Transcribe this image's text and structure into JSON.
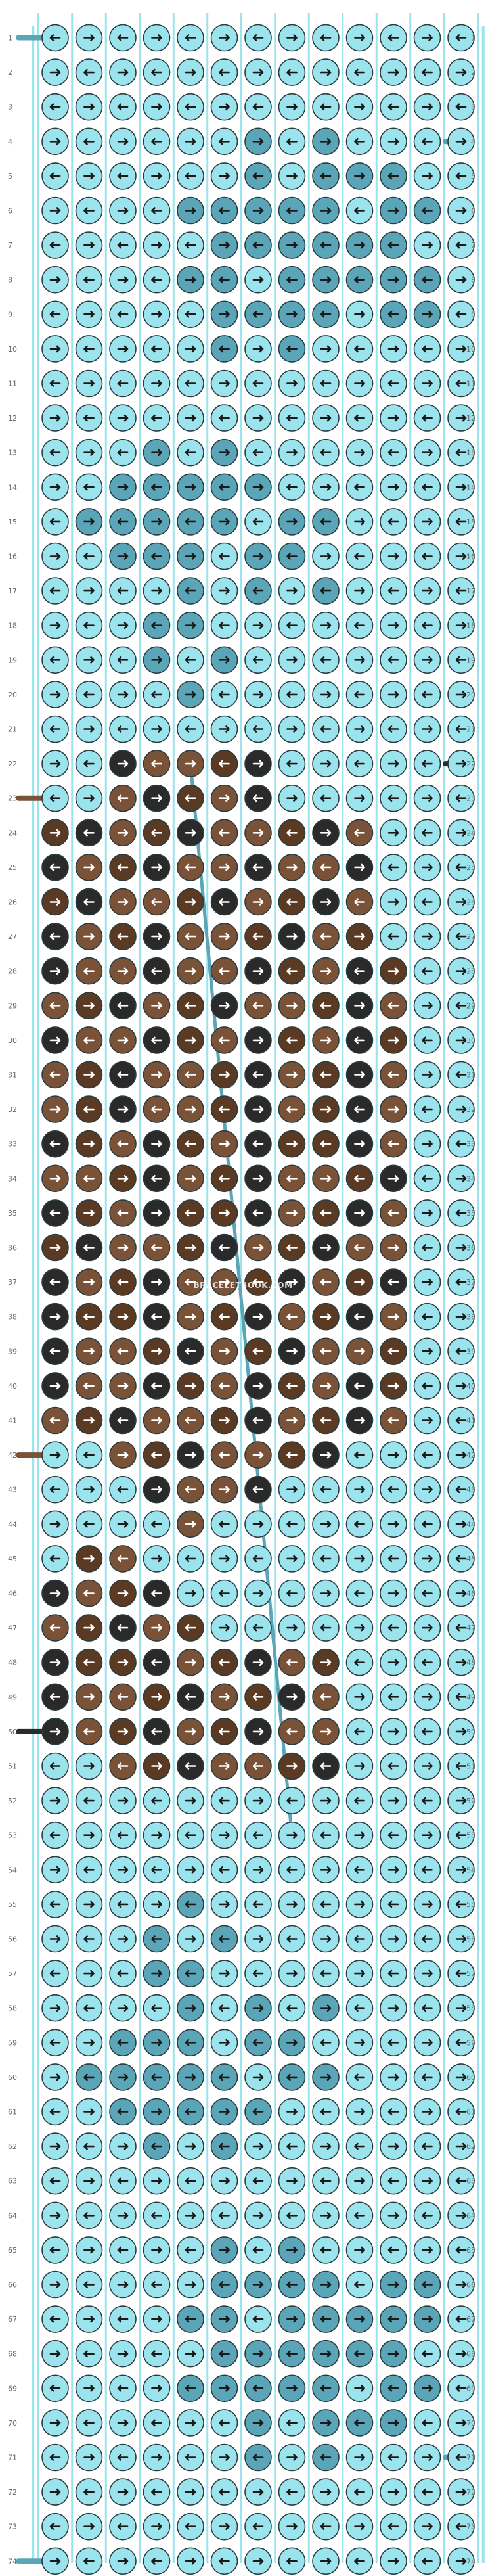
{
  "pattern": {
    "rows": 74,
    "columns": 13,
    "watermark": "BRACELETBOOK.COM",
    "row_labels": [
      "1",
      "2",
      "3",
      "4",
      "5",
      "6",
      "7",
      "8",
      "9",
      "10",
      "11",
      "12",
      "13",
      "14",
      "15",
      "16",
      "17",
      "18",
      "19",
      "20",
      "21",
      "22",
      "23",
      "24",
      "25",
      "26",
      "27",
      "28",
      "29",
      "30",
      "31",
      "32",
      "33",
      "34",
      "35",
      "36",
      "37",
      "38",
      "39",
      "40",
      "41",
      "42",
      "43",
      "44",
      "45",
      "46",
      "47",
      "48",
      "49",
      "50",
      "51",
      "52",
      "53",
      "54",
      "55",
      "56",
      "57",
      "58",
      "59",
      "60",
      "61",
      "62",
      "63",
      "64",
      "65",
      "66",
      "67",
      "68",
      "69",
      "70",
      "71",
      "72",
      "73",
      "74"
    ],
    "colors": {
      "A": "#9be4ee",
      "B": "#5aa6b8",
      "C": "#5a3a22",
      "D": "#7a5238",
      "E": "#2a2a2a"
    }
  }
}
